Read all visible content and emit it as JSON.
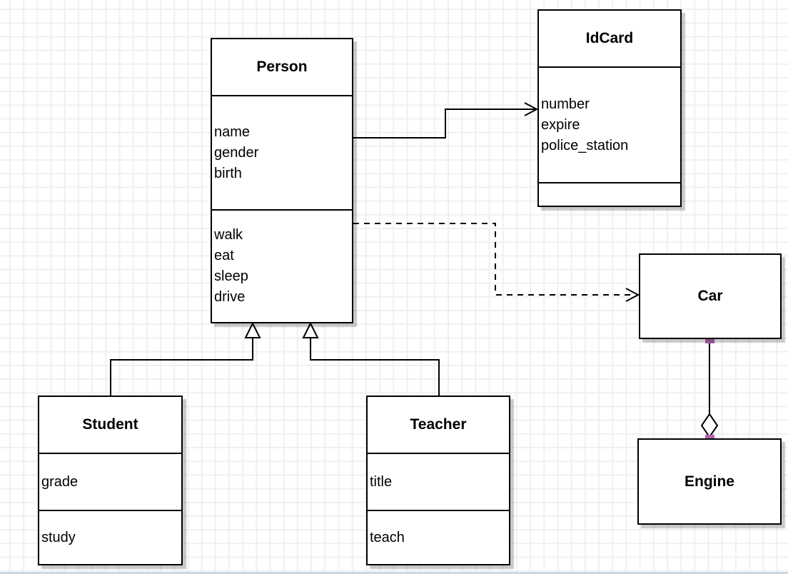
{
  "classes": {
    "person": {
      "title": "Person",
      "attributes": [
        "name",
        "gender",
        "birth"
      ],
      "methods": [
        "walk",
        "eat",
        "sleep",
        "drive"
      ]
    },
    "idcard": {
      "title": "IdCard",
      "attributes": [
        "number",
        "expire",
        "police_station"
      ],
      "methods": []
    },
    "car": {
      "title": "Car",
      "attributes": [],
      "methods": []
    },
    "engine": {
      "title": "Engine",
      "attributes": [],
      "methods": []
    },
    "student": {
      "title": "Student",
      "attributes": [
        "grade"
      ],
      "methods": [
        "study"
      ]
    },
    "teacher": {
      "title": "Teacher",
      "attributes": [
        "title"
      ],
      "methods": [
        "teach"
      ]
    }
  },
  "relations": [
    {
      "from": "Person",
      "to": "IdCard",
      "type": "association",
      "line": "solid",
      "end": "open-arrow"
    },
    {
      "from": "Person",
      "to": "Car",
      "type": "dependency",
      "line": "dashed",
      "end": "open-arrow"
    },
    {
      "from": "Student",
      "to": "Person",
      "type": "generalization",
      "line": "solid",
      "end": "hollow-triangle"
    },
    {
      "from": "Teacher",
      "to": "Person",
      "type": "generalization",
      "line": "solid",
      "end": "hollow-triangle"
    },
    {
      "from": "Car",
      "to": "Engine",
      "type": "aggregation",
      "line": "solid",
      "end": "hollow-diamond"
    }
  ],
  "colors": {
    "stroke": "#000000",
    "shape_fill": "#ffffff",
    "endpoint_handle": "#b266b0",
    "grid_line": "#f0f0f2",
    "background": "#ffffff",
    "bottom_edge": "#cdd8e3"
  }
}
